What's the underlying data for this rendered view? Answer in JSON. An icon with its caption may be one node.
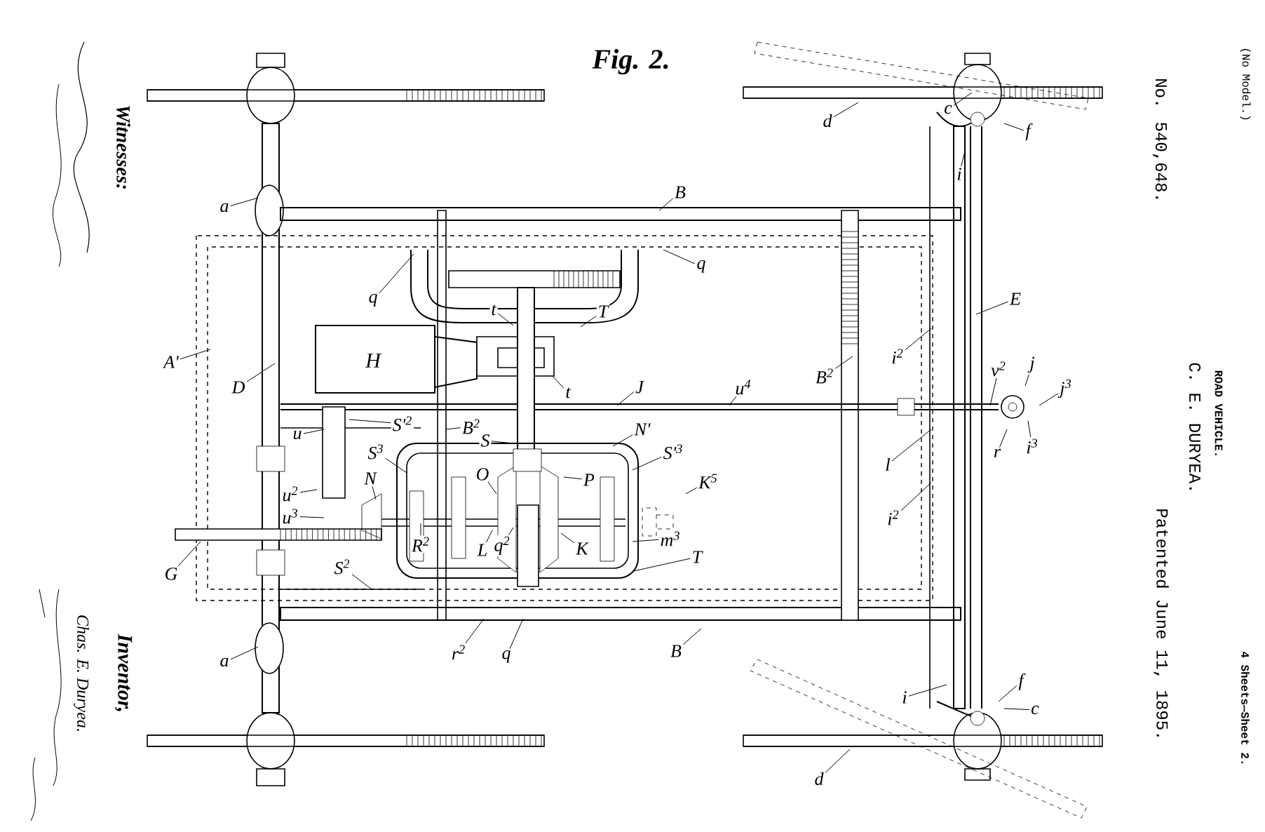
{
  "diagram": {
    "title": "Fig. 2.",
    "nodes": [
      {
        "text": [
          "d"
        ]
      },
      {
        "text": [
          "c"
        ]
      },
      {
        "text": [
          "f"
        ]
      },
      {
        "text": [
          "i"
        ]
      },
      {
        "text": [
          "a"
        ]
      },
      {
        "text": [
          "B"
        ]
      },
      {
        "text": [
          "q"
        ]
      },
      {
        "text": [
          "q"
        ]
      },
      {
        "text": [
          "t"
        ]
      },
      {
        "text": [
          "T"
        ]
      },
      {
        "text": [
          "E"
        ]
      },
      {
        "text": [
          "i$^{2}$"
        ]
      },
      {
        "text": [
          "A'"
        ]
      },
      {
        "text": [
          "D"
        ]
      },
      {
        "text": [
          "t"
        ]
      },
      {
        "text": [
          "J"
        ]
      },
      {
        "text": [
          "u$^{4}$"
        ]
      },
      {
        "text": [
          "B$^{2}$"
        ]
      },
      {
        "text": [
          "v$^{2}$"
        ]
      },
      {
        "text": [
          "j"
        ]
      },
      {
        "text": [
          "j$^{3}$"
        ]
      },
      {
        "text": [
          "u"
        ]
      },
      {
        "text": [
          "S'$^{2}$"
        ]
      },
      {
        "text": [
          "B$^{2}$"
        ]
      },
      {
        "text": [
          "S"
        ]
      },
      {
        "text": [
          "N'"
        ]
      },
      {
        "text": [
          "r"
        ]
      },
      {
        "text": [
          "i$^{3}$"
        ]
      },
      {
        "text": [
          "S$^{3}$"
        ]
      },
      {
        "text": [
          "S'$^{3}$"
        ]
      },
      {
        "text": [
          "l"
        ]
      },
      {
        "text": [
          "O"
        ]
      },
      {
        "text": [
          "P"
        ]
      },
      {
        "text": [
          "K$^{5}$"
        ]
      },
      {
        "text": [
          "u$^{2}$"
        ]
      },
      {
        "text": [
          "N"
        ]
      },
      {
        "text": [
          "u$^{3}$"
        ]
      },
      {
        "text": [
          "i$^{2}$"
        ]
      },
      {
        "text": [
          "m$^{3}$"
        ]
      },
      {
        "text": [
          "R$^{2}$"
        ]
      },
      {
        "text": [
          "L"
        ]
      },
      {
        "text": [
          "q$^{2}$"
        ]
      },
      {
        "text": [
          "K"
        ]
      },
      {
        "text": [
          "T"
        ]
      },
      {
        "text": [
          "G"
        ]
      },
      {
        "text": [
          "S$^{2}$"
        ]
      },
      {
        "text": [
          "r$^{2}$"
        ]
      },
      {
        "text": [
          "q"
        ]
      },
      {
        "text": [
          "B"
        ]
      },
      {
        "text": [
          "a"
        ]
      },
      {
        "text": [
          "i"
        ]
      },
      {
        "text": [
          "f"
        ]
      },
      {
        "text": [
          "c"
        ]
      },
      {
        "text": [
          "d"
        ]
      }
    ],
    "edges": [
      {
        "from": 0,
        "to": null,
        "arrow": "none"
      },
      {
        "from": 1,
        "to": null,
        "arrow": "none"
      },
      {
        "from": 2,
        "to": null,
        "arrow": "none"
      },
      {
        "from": 3,
        "to": null,
        "arrow": "none"
      },
      {
        "from": 4,
        "to": null,
        "arrow": "none"
      },
      {
        "from": 5,
        "to": null,
        "arrow": "none"
      },
      {
        "from": 6,
        "to": null,
        "arrow": "none"
      },
      {
        "from": 7,
        "to": null,
        "arrow": "none"
      },
      {
        "from": 8,
        "to": null,
        "arrow": "none"
      },
      {
        "from": 9,
        "to": null,
        "arrow": "none"
      },
      {
        "from": 10,
        "to": null,
        "arrow": "none"
      },
      {
        "from": 11,
        "to": null,
        "arrow": "none"
      },
      {
        "from": 12,
        "to": null,
        "arrow": "none"
      },
      {
        "from": 13,
        "to": null,
        "arrow": "none"
      },
      {
        "from": 14,
        "to": null,
        "arrow": "none"
      },
      {
        "from": 15,
        "to": null,
        "arrow": "none"
      },
      {
        "from": 16,
        "to": null,
        "arrow": "none"
      },
      {
        "from": 17,
        "to": null,
        "arrow": "none"
      },
      {
        "from": 18,
        "to": null,
        "arrow": "none"
      },
      {
        "from": 19,
        "to": null,
        "arrow": "none"
      },
      {
        "from": 20,
        "to": null,
        "arrow": "none"
      },
      {
        "from": 21,
        "to": null,
        "arrow": "none"
      },
      {
        "from": 22,
        "to": null,
        "arrow": "none"
      },
      {
        "from": 23,
        "to": null,
        "arrow": "none"
      },
      {
        "from": 24,
        "to": null,
        "arrow": "none"
      },
      {
        "from": 25,
        "to": null,
        "arrow": "none"
      },
      {
        "from": 26,
        "to": null,
        "arrow": "none"
      },
      {
        "from": 27,
        "to": null,
        "arrow": "none"
      },
      {
        "from": 28,
        "to": null,
        "arrow": "none"
      },
      {
        "from": 29,
        "to": null,
        "arrow": "none"
      },
      {
        "from": 30,
        "to": null,
        "arrow": "none"
      },
      {
        "from": 31,
        "to": null,
        "arrow": "none"
      },
      {
        "from": 32,
        "to": null,
        "arrow": "none"
      },
      {
        "from": 33,
        "to": null,
        "arrow": "none"
      },
      {
        "from": 34,
        "to": null,
        "arrow": "none"
      },
      {
        "from": 35,
        "to": null,
        "arrow": "none"
      },
      {
        "from": 36,
        "to": null,
        "arrow": "none"
      },
      {
        "from": 37,
        "to": null,
        "arrow": "none"
      },
      {
        "from": 38,
        "to": null,
        "arrow": "none"
      },
      {
        "from": 39,
        "to": null,
        "arrow": "none"
      },
      {
        "from": 40,
        "to": null,
        "arrow": "none"
      },
      {
        "from": 41,
        "to": null,
        "arrow": "none"
      },
      {
        "from": 42,
        "to": null,
        "arrow": "none"
      },
      {
        "from": 43,
        "to": null,
        "arrow": "none"
      },
      {
        "from": 44,
        "to": null,
        "arrow": "none"
      },
      {
        "from": 45,
        "to": null,
        "arrow": "none"
      },
      {
        "from": 46,
        "to": null,
        "arrow": "none"
      },
      {
        "from": 47,
        "to": null,
        "arrow": "none"
      },
      {
        "from": 48,
        "to": null,
        "arrow": "none"
      },
      {
        "from": 49,
        "to": null,
        "arrow": "none"
      },
      {
        "from": 50,
        "to": null,
        "arrow": "none"
      },
      {
        "from": 51,
        "to": null,
        "arrow": "none"
      },
      {
        "from": 52,
        "to": null,
        "arrow": "none"
      },
      {
        "from": 53,
        "to": null,
        "arrow": "none"
      }
    ],
    "labels": [
      "H",
      "Witnesses:",
      "Inventor,",
      "Chas. E. Duryea.",
      "(No Model.)",
      "No. 540,648.",
      "C. E. DURYEA.",
      "ROAD VEHICLE.",
      "Patented June 11, 1895.",
      "4 Sheets—Sheet 2."
    ]
  }
}
